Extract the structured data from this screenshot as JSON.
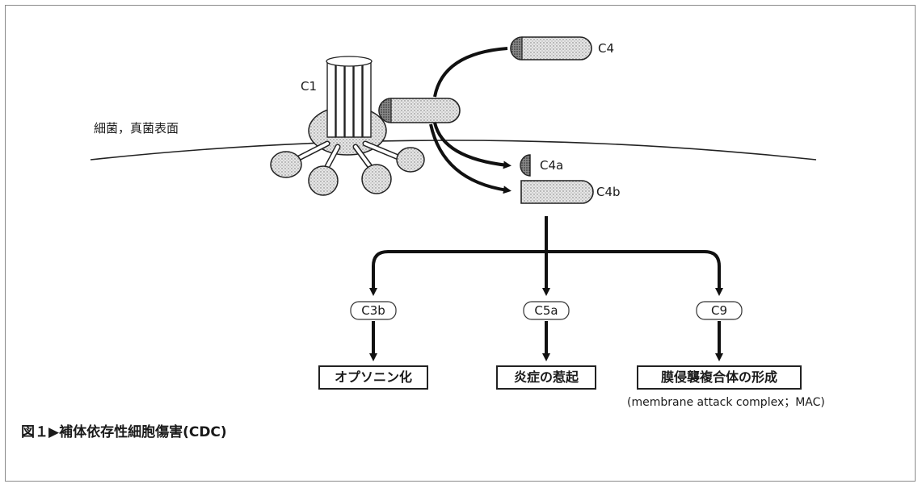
{
  "labels": {
    "c1": "C1",
    "c4": "C4",
    "c4a": "C4a",
    "c4b": "C4b",
    "surface": "細菌，真菌表面",
    "c3b": "C3b",
    "c5a": "C5a",
    "c9": "C9"
  },
  "outcomes": {
    "opsonization": "オプソニン化",
    "inflammation": "炎症の惹起",
    "mac": "膜侵襲複合体の形成",
    "mac_note": "(membrane attack complex；MAC)"
  },
  "caption": {
    "figure": "図１",
    "marker": "▶",
    "title": "補体依存性細胞傷害",
    "abbr": "(CDC)"
  }
}
